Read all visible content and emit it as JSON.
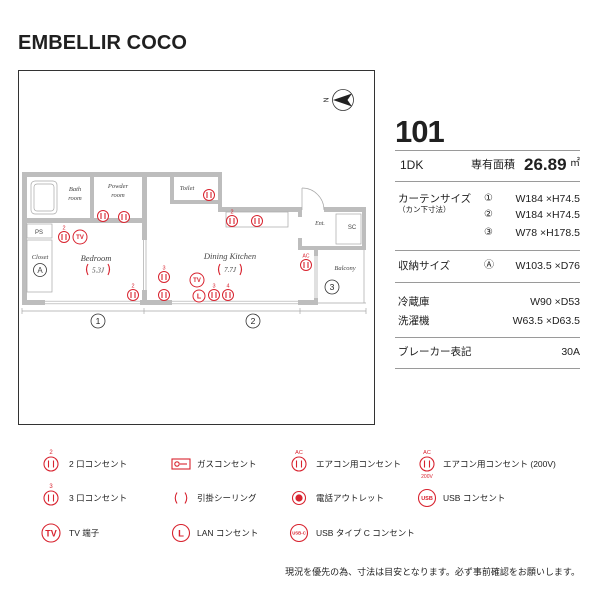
{
  "title": "EMBELLIR COCO",
  "colors": {
    "accent_red": "#d8232f"
  },
  "floor_plan": {
    "compass_label": "N",
    "rooms": {
      "bath": {
        "line1": "Bath",
        "line2": "room"
      },
      "powder": {
        "line1": "Powder",
        "line2": "room"
      },
      "toilet": "Toilet",
      "ps": "PS",
      "closet": "Closet",
      "closet_mark": "A",
      "bedroom": {
        "name": "Bedroom",
        "size": "5.3J"
      },
      "dining_kitchen": {
        "name": "Dining Kitchen",
        "size": "7.7J"
      },
      "entrance": "Ent.",
      "sc": "SC",
      "balcony": "Balcony"
    },
    "window_marks": [
      "1",
      "2",
      "3"
    ],
    "outlet_labels": [
      "2",
      "2",
      "3",
      "3",
      "4",
      "2",
      "AC"
    ],
    "symbol_marks": {
      "tv": "TV",
      "lan": "L"
    }
  },
  "unit": {
    "number": "101",
    "layout": "1DK",
    "area_label": "専有面積",
    "area_value": "26.89",
    "area_unit": "㎡"
  },
  "curtain": {
    "label": "カーテンサイズ",
    "note": "（カン下寸法）",
    "rows": [
      {
        "mark": "①",
        "value": "W184 ×H74.5"
      },
      {
        "mark": "②",
        "value": "W184 ×H74.5"
      },
      {
        "mark": "③",
        "value": "W78 ×H178.5"
      }
    ]
  },
  "storage": {
    "label": "収納サイズ",
    "mark": "Ⓐ",
    "value": "W103.5 ×D76"
  },
  "fridge": {
    "label": "冷蔵庫",
    "value": "W90 ×D53"
  },
  "washer": {
    "label": "洗濯機",
    "value": "W63.5 ×D63.5"
  },
  "breaker": {
    "label": "ブレーカー表記",
    "value": "30A"
  },
  "legend": [
    {
      "icon": "outlet-2-icon",
      "mark": "2",
      "label": "2 口コンセント"
    },
    {
      "icon": "gas-outlet-icon",
      "label": "ガスコンセント"
    },
    {
      "icon": "ac-outlet-icon",
      "mark": "AC",
      "label": "エアコン用コンセント"
    },
    {
      "icon": "ac-200v-outlet-icon",
      "mark": "AC",
      "mark_bottom": "200V",
      "label": "エアコン用コンセント (200V)"
    },
    {
      "icon": "outlet-3-icon",
      "mark": "3",
      "label": "3 口コンセント"
    },
    {
      "icon": "ceiling-hook-icon",
      "label": "引掛シーリング"
    },
    {
      "icon": "phone-outlet-icon",
      "label": "電話アウトレット"
    },
    {
      "icon": "usb-outlet-icon",
      "mark": "USB",
      "label": "USB コンセント"
    },
    {
      "icon": "tv-terminal-icon",
      "mark": "TV",
      "label": "TV 端子"
    },
    {
      "icon": "lan-outlet-icon",
      "mark": "L",
      "label": "LAN コンセント"
    },
    {
      "icon": "usb-c-outlet-icon",
      "mark": "USB-C",
      "label": "USB タイプ C コンセント"
    }
  ],
  "footer_note": "現況を優先の為、寸法は目安となります。必ず事前確認をお願いします。"
}
